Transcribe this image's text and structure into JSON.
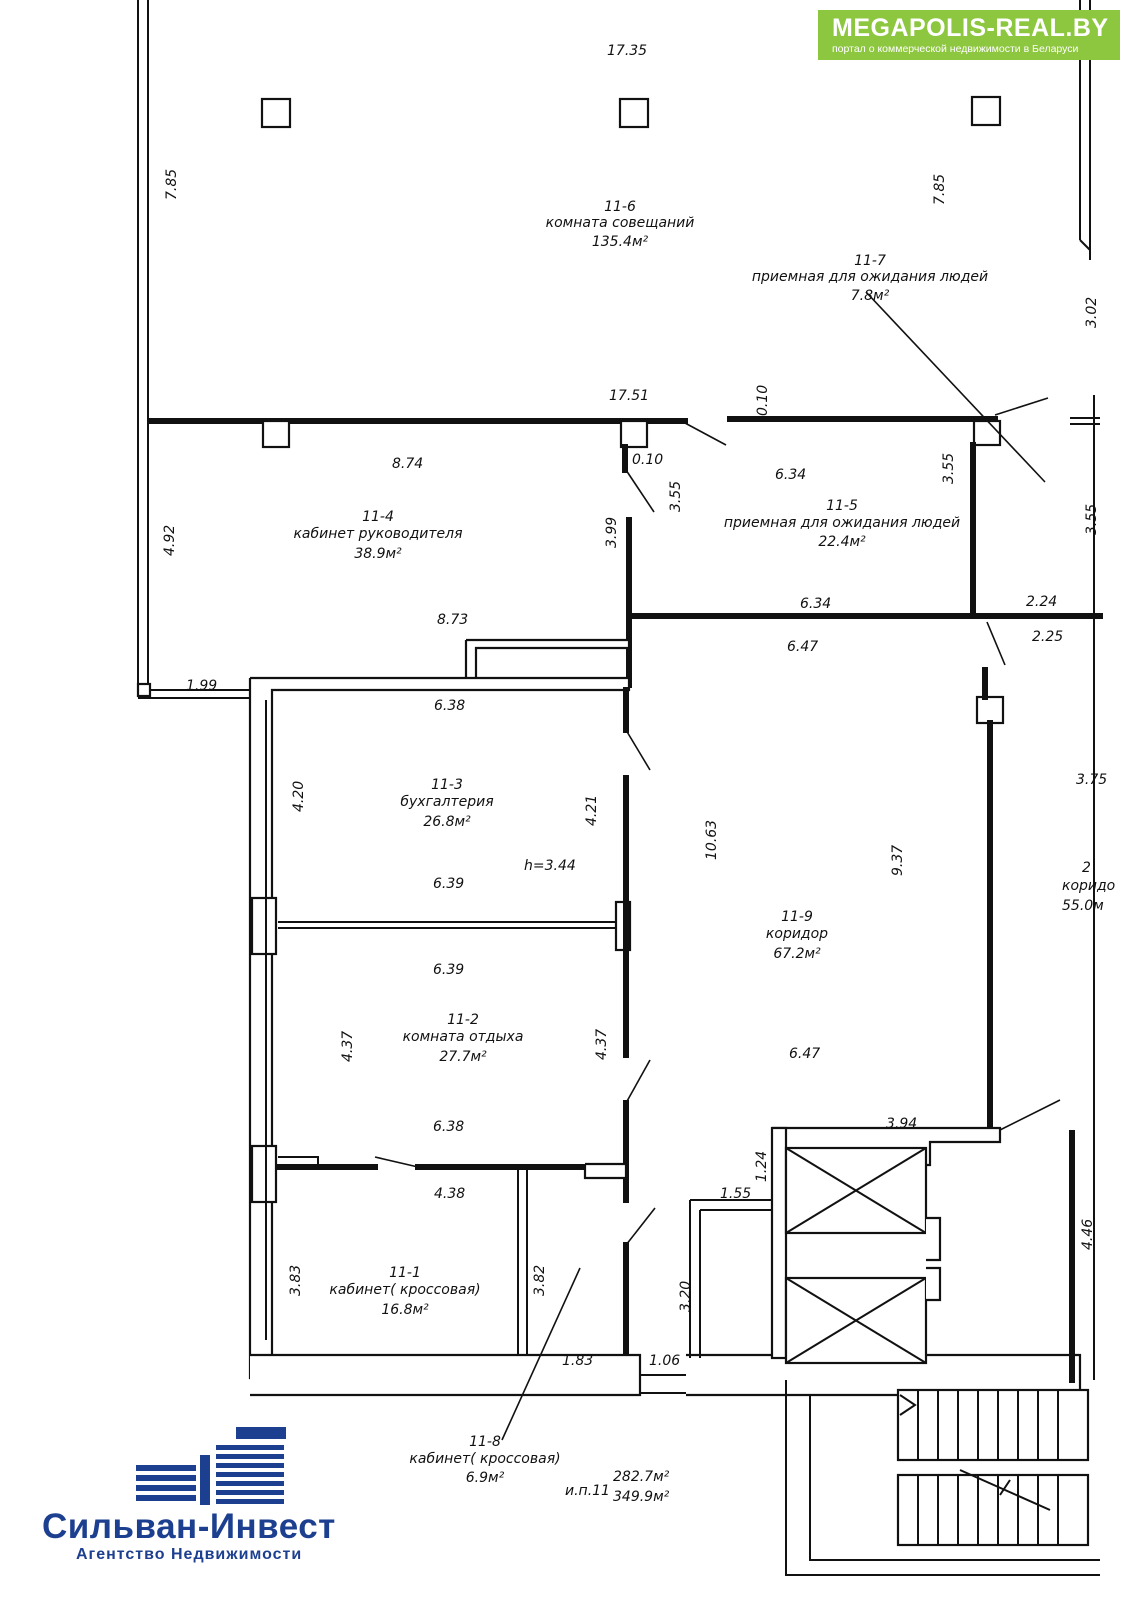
{
  "watermark": {
    "title": "MEGAPOLIS-REAL.BY",
    "subtitle": "портал о коммерческой недвижимости в Беларуси",
    "color": "#8dc63f"
  },
  "agency": {
    "name": "Сильван-Инвест",
    "subtitle": "Агентство Недвижимости",
    "color": "#1d3f8f",
    "logo_icon": "building-logo-icon"
  },
  "rooms": [
    {
      "id": "11-6",
      "name": "комната совещаний",
      "area": "135.4м²"
    },
    {
      "id": "11-7",
      "name": "приемная для ожидания людей",
      "area": "7.8м²"
    },
    {
      "id": "11-4",
      "name": "кабинет руководителя",
      "area": "38.9м²"
    },
    {
      "id": "11-5",
      "name": "приемная для ожидания людей",
      "area": "22.4м²"
    },
    {
      "id": "11-3",
      "name": "бухгалтерия",
      "area": "26.8м²"
    },
    {
      "id": "11-9",
      "name": "коридор",
      "area": "67.2м²"
    },
    {
      "id": "11-2",
      "name": "комната отдыха",
      "area": "27.7м²"
    },
    {
      "id": "11-1",
      "name": "кабинет( кроссовая)",
      "area": "16.8м²"
    },
    {
      "id": "11-8",
      "name": "кабинет( кроссовая)",
      "area": "6.9м²"
    },
    {
      "id": "2",
      "name": "коридо",
      "area": "55.0м"
    }
  ],
  "dimensions": [
    "17.35",
    "7.85",
    "7.85",
    "3.02",
    "17.51",
    "0.10",
    "0.10",
    "8.74",
    "3.55",
    "6.34",
    "3.55",
    "3.55",
    "4.92",
    "3.99",
    "6.34",
    "2.24",
    "8.73",
    "2.25",
    "6.47",
    "1.99",
    "6.38",
    "4.20",
    "4.21",
    "10.63",
    "9.37",
    "3.75",
    "6.39",
    "6.39",
    "4.37",
    "4.37",
    "6.47",
    "6.38",
    "3.94",
    "1.24",
    "4.38",
    "1.55",
    "4.46",
    "3.83",
    "3.82",
    "3.20",
    "1.83",
    "1.06"
  ],
  "height_note": "h=3.44",
  "totals": {
    "label": "и.п.11",
    "area1": "282.7м²",
    "area2": "349.9м²"
  }
}
